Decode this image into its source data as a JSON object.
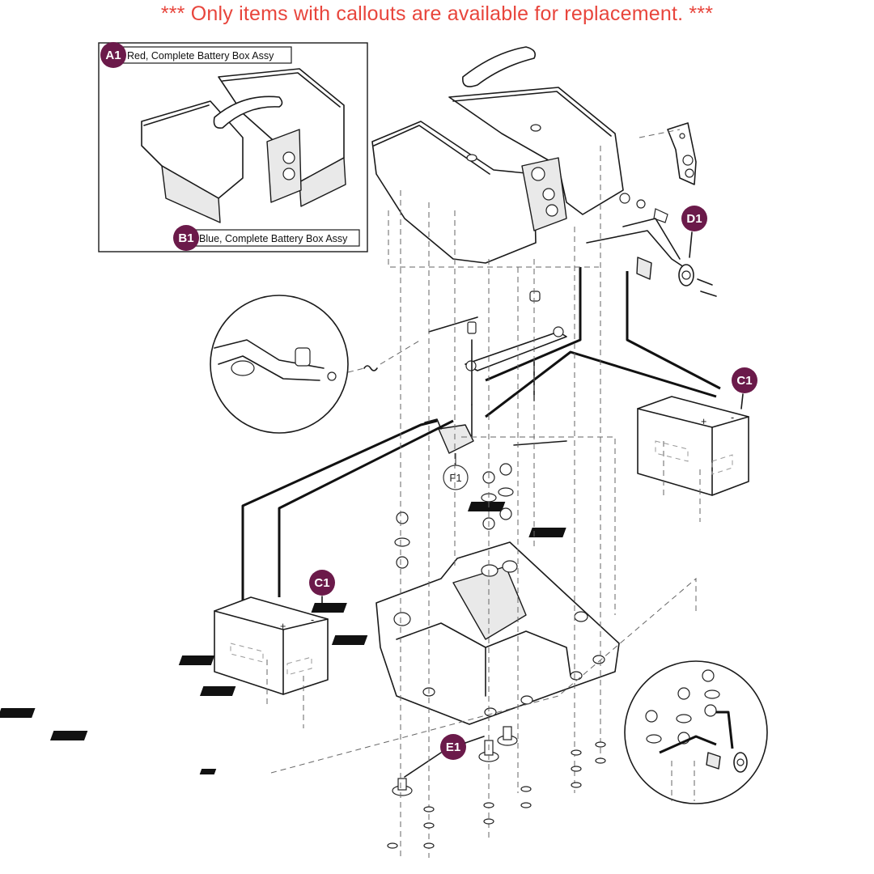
{
  "notice": "*** Only items with callouts are available for replacement. ***",
  "callouts": {
    "a1": {
      "id": "A1",
      "label": "Red, Complete Battery Box Assy"
    },
    "b1": {
      "id": "B1",
      "label": "Blue, Complete Battery Box Assy"
    },
    "c1_right": {
      "id": "C1"
    },
    "c1_left": {
      "id": "C1"
    },
    "d1": {
      "id": "D1"
    },
    "e1": {
      "id": "E1"
    },
    "f1": {
      "id": "F1"
    }
  },
  "battery_signs": {
    "plus": "+",
    "minus": "-"
  },
  "colors": {
    "notice": "#e8453c",
    "callout_badge": "#6b1a4a"
  }
}
